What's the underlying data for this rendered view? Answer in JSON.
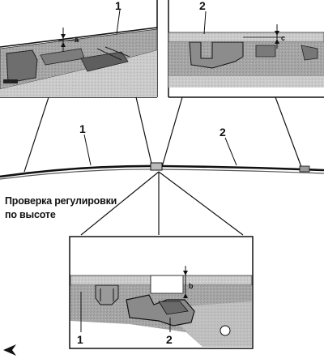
{
  "diagram": {
    "labels": {
      "top_left_part": "1",
      "top_right_part": "2",
      "overview_left_part": "1",
      "overview_right_part": "2",
      "bottom_left_part": "1",
      "bottom_right_part": "2",
      "dimension_a": "a",
      "dimension_b": "b",
      "dimension_c": "c"
    },
    "caption": {
      "line1": "Проверка регулировки",
      "line2": "по высоте"
    },
    "colors": {
      "panel_fill": "#9a9a9a",
      "panel_light": "#c4c4c4",
      "line": "#111111",
      "background": "#ffffff"
    },
    "icons": [
      "back-arrow-icon"
    ]
  }
}
